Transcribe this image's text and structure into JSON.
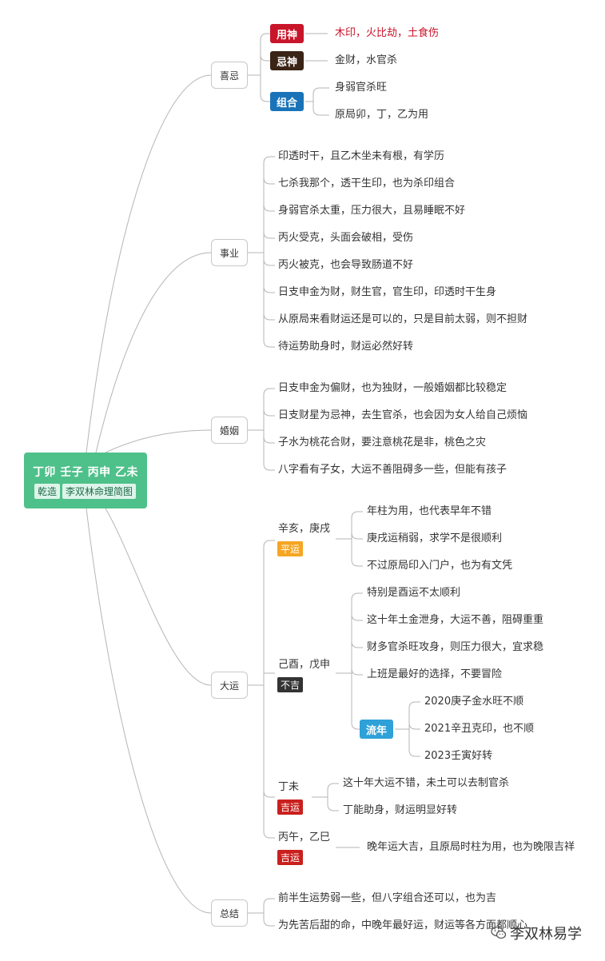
{
  "root": {
    "title": "丁卯 壬子 丙申 乙未",
    "tag1": "乾造",
    "tag2": "李双林命理简图"
  },
  "branches": {
    "xiji": "喜忌",
    "shiye": "事业",
    "hunyin": "婚姻",
    "dayun": "大运",
    "zongjie": "总结"
  },
  "xiji": {
    "yongshen": {
      "tag": "用神",
      "text": "木印，火比劫，土食伤"
    },
    "jishen": {
      "tag": "忌神",
      "text": "金财，水官杀"
    },
    "zuhe": {
      "tag": "组合",
      "items": [
        "身弱官杀旺",
        "原局卯，丁，乙为用"
      ]
    }
  },
  "shiye": {
    "items": [
      "印透时干，且乙木坐未有根，有学历",
      "七杀我那个，透干生印，也为杀印组合",
      "身弱官杀太重，压力很大，且易睡眠不好",
      "丙火受克，头面会破相，受伤",
      "丙火被克，也会导致肠道不好",
      "日支申金为财，财生官，官生印，印透时干生身",
      "从原局来看财运还是可以的，只是目前太弱，则不担财",
      "待运势助身时，财运必然好转"
    ]
  },
  "hunyin": {
    "items": [
      "日支申金为偏财，也为独财，一般婚姻都比较稳定",
      "日支财星为忌神，去生官杀，也会因为女人给自己烦恼",
      "子水为桃花合财，要注意桃花是非，桃色之灾",
      "八字看有子女，大运不善阻碍多一些，但能有孩子"
    ]
  },
  "dayun": {
    "p1": {
      "label": "辛亥，庚戌",
      "badge": "平运",
      "items": [
        "年柱为用，也代表早年不错",
        "庚戌运稍弱，求学不是很顺利",
        "不过原局印入门户，也为有文凭"
      ]
    },
    "p2": {
      "label": "己酉，戊申",
      "badge": "不吉",
      "items": [
        "特别是酉运不太顺利",
        "这十年土金泄身，大运不善，阻碍重重",
        "财多官杀旺攻身，则压力很大，宜求稳",
        "上班是最好的选择，不要冒险"
      ],
      "liunian": {
        "tag": "流年",
        "items": [
          "2020庚子金水旺不顺",
          "2021辛丑克印，也不顺",
          "2023壬寅好转"
        ]
      }
    },
    "p3": {
      "label": "丁未",
      "badge": "吉运",
      "items": [
        "这十年大运不错，未土可以去制官杀",
        "丁能助身，财运明显好转"
      ]
    },
    "p4": {
      "label": "丙午，乙巳",
      "badge": "吉运",
      "items": [
        "晚年运大吉，且原局时柱为用，也为晚限吉祥"
      ]
    }
  },
  "zongjie": {
    "items": [
      "前半生运势弱一些，但八字组合还可以，也为吉",
      "为先苦后甜的命，中晚年最好运，财运等各方面都顺心"
    ]
  },
  "watermark": "李双林易学",
  "colors": {
    "root": "#4ec08a",
    "yongshen": "#c8152a",
    "jishen": "#3a2416",
    "zuhe": "#1a73b8",
    "pingyun": "#f5a623",
    "buji": "#333333",
    "jiyun": "#c9201e",
    "liunian": "#2ea1d8",
    "yongshen_text": "#c8152a"
  }
}
